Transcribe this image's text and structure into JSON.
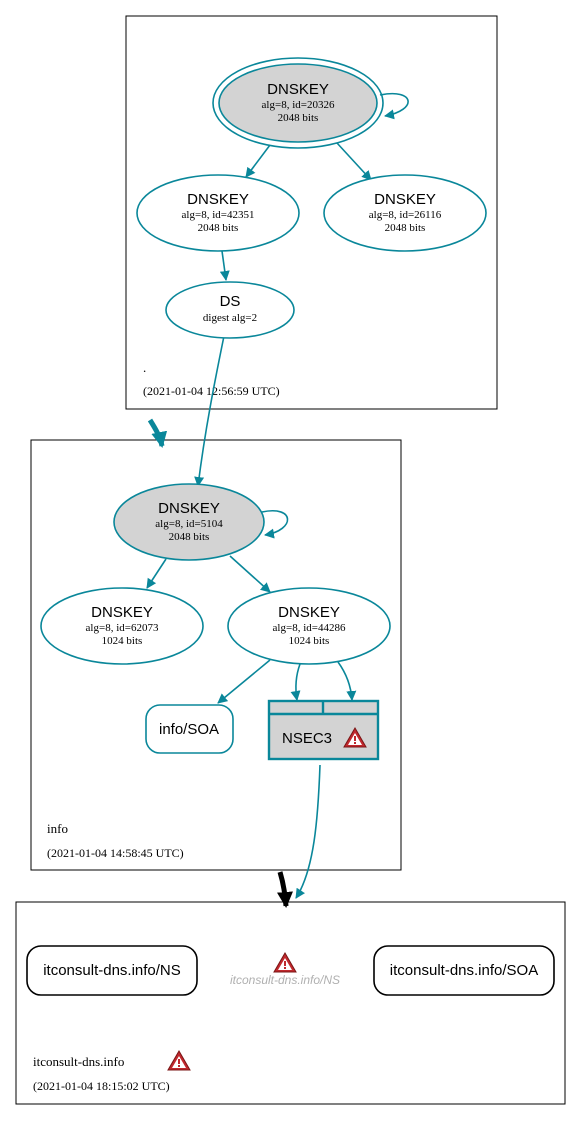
{
  "colors": {
    "edge": "#0a879a",
    "grey_fill": "#d3d3d3",
    "warn_red": "#c0282d",
    "faded_text": "#b0b0b0"
  },
  "zones": {
    "root": {
      "name": ".",
      "timestamp": "(2021-01-04 12:56:59 UTC)"
    },
    "info": {
      "name": "info",
      "timestamp": "(2021-01-04 14:58:45 UTC)"
    },
    "itconsult": {
      "name": "itconsult-dns.info",
      "timestamp": "(2021-01-04 18:15:02 UTC)"
    }
  },
  "nodes": {
    "root_ksk": {
      "title": "DNSKEY",
      "line1": "alg=8, id=20326",
      "line2": "2048 bits"
    },
    "root_zsk1": {
      "title": "DNSKEY",
      "line1": "alg=8, id=42351",
      "line2": "2048 bits"
    },
    "root_zsk2": {
      "title": "DNSKEY",
      "line1": "alg=8, id=26116",
      "line2": "2048 bits"
    },
    "root_ds": {
      "title": "DS",
      "line1": "digest alg=2"
    },
    "info_ksk": {
      "title": "DNSKEY",
      "line1": "alg=8, id=5104",
      "line2": "2048 bits"
    },
    "info_zsk1": {
      "title": "DNSKEY",
      "line1": "alg=8, id=62073",
      "line2": "1024 bits"
    },
    "info_zsk2": {
      "title": "DNSKEY",
      "line1": "alg=8, id=44286",
      "line2": "1024 bits"
    },
    "info_soa": {
      "label": "info/SOA"
    },
    "nsec3": {
      "label": "NSEC3",
      "icon": "warning-icon"
    },
    "it_ns": {
      "label": "itconsult-dns.info/NS"
    },
    "it_ns_missing": {
      "label": "itconsult-dns.info/NS",
      "icon": "warning-icon"
    },
    "it_soa": {
      "label": "itconsult-dns.info/SOA"
    }
  }
}
